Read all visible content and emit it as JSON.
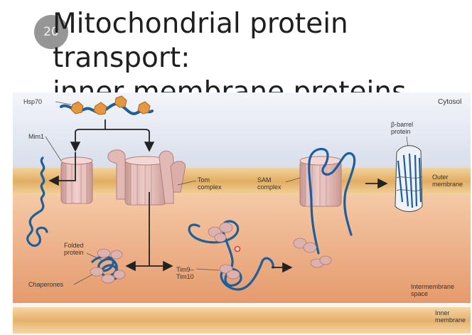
{
  "slide": {
    "badge": "20",
    "title": "Mitochondrial protein transport:\ninner membrane proteins"
  },
  "figure": {
    "labels": {
      "cytosol": "Cytosol",
      "hsp70": "Hsp70",
      "mim1": "Mim1",
      "beta_barrel": "β-barrel\nprotein",
      "tom_complex": "Tom\ncomplex",
      "sam_complex": "SAM\ncomplex",
      "outer_membrane": "Outer\nmembrane",
      "folded_protein": "Folded\nprotein",
      "tim9_tim10": "Tim9–\nTim10",
      "chaperones": "Chaperones",
      "intermembrane_space": "Intermembrane\nspace",
      "inner_membrane": "Inner\nmembrane"
    },
    "colors": {
      "cytosol": "#dfe5ef",
      "outer_membrane": "#e2ae62",
      "intermembrane_space": "#e8a477",
      "inner_membrane": "#e6b16a",
      "protein_chain": "#1d5e9c",
      "hsp70": "#e49840",
      "complex": "#e3b9b5",
      "chaperone": "#ddb2ae",
      "cursor_marker": "#d93a3a"
    },
    "icons": {
      "cursor": "red-pointer-marker-icon",
      "arrows": "arrow-icon"
    }
  }
}
